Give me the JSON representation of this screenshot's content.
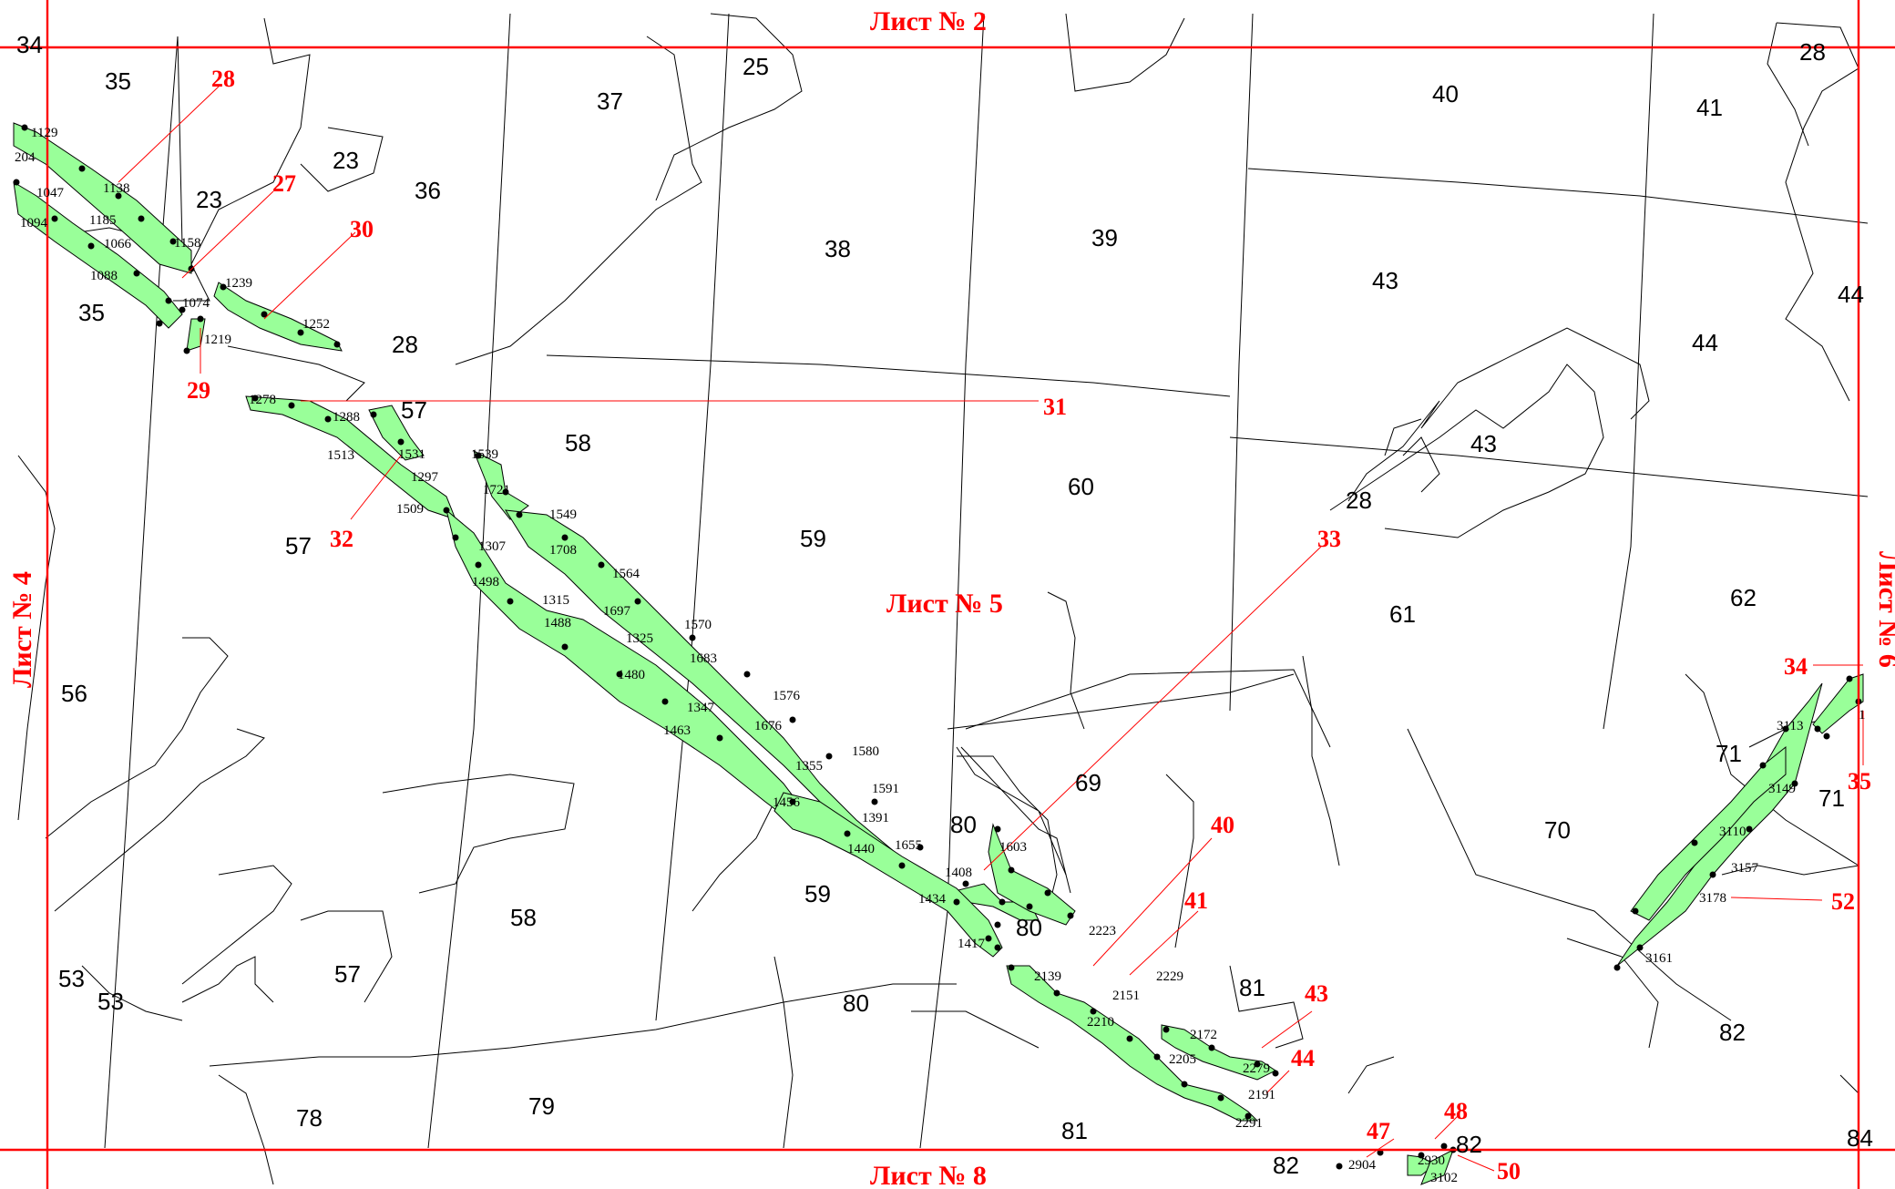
{
  "colors": {
    "strip_fill": "#99ff99",
    "frame": "#ff0000",
    "callout": "#ff0000",
    "boundary": "#000000",
    "background": "#ffffff"
  },
  "sheets": {
    "top": "Лист № 2",
    "center": "Лист № 5",
    "bottom": "Лист № 8",
    "left": "Лист № 4",
    "right": "Лист № 6"
  },
  "parcel_numbers": [
    "34",
    "35",
    "28",
    "23",
    "36",
    "37",
    "25",
    "40",
    "41",
    "28",
    "38",
    "39",
    "43",
    "44",
    "44",
    "35",
    "23",
    "57",
    "58",
    "60",
    "43",
    "28",
    "59",
    "61",
    "62",
    "57",
    "56",
    "71",
    "71",
    "69",
    "70",
    "80",
    "59",
    "80",
    "58",
    "57",
    "53",
    "53",
    "80",
    "81",
    "82",
    "78",
    "79",
    "81",
    "82",
    "82",
    "84"
  ],
  "point_labels": [
    "1129",
    "204",
    "1138",
    "1047",
    "1185",
    "1094",
    "1066",
    "1158",
    "1088",
    "1074",
    "1239",
    "1219",
    "1252",
    "1278",
    "1288",
    "1513",
    "1531",
    "1297",
    "1539",
    "1509",
    "1721",
    "1549",
    "1307",
    "1708",
    "1498",
    "1564",
    "1315",
    "1488",
    "1697",
    "1570",
    "1325",
    "1683",
    "1480",
    "1576",
    "1347",
    "1676",
    "1463",
    "1580",
    "1355",
    "1591",
    "1456",
    "1391",
    "1603",
    "1655",
    "1440",
    "1408",
    "1434",
    "1417",
    "2223",
    "2229",
    "2139",
    "2151",
    "2210",
    "2172",
    "2205",
    "2279",
    "2191",
    "2291",
    "2904",
    "2930",
    "3102",
    "3113",
    "3149",
    "3110",
    "3157",
    "3178",
    "3161",
    "1"
  ],
  "callouts": [
    "28",
    "27",
    "30",
    "29",
    "31",
    "32",
    "33",
    "34",
    "35",
    "40",
    "41",
    "43",
    "44",
    "47",
    "48",
    "50",
    "52"
  ]
}
